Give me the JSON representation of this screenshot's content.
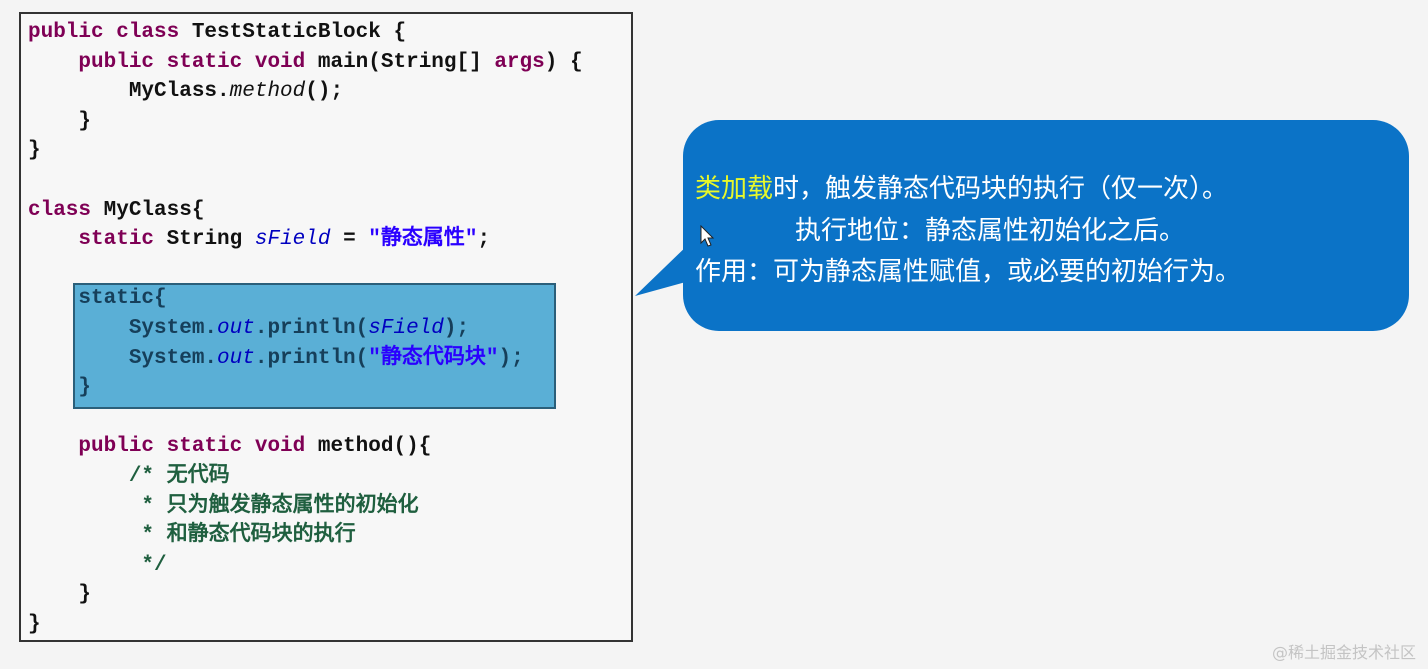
{
  "code_lines": [
    [
      {
        "t": "public class ",
        "c": "kw"
      },
      {
        "t": "TestStaticBlock {"
      }
    ],
    [
      {
        "t": "    "
      },
      {
        "t": "public static void ",
        "c": "kw"
      },
      {
        "t": "main(String[] "
      },
      {
        "t": "args",
        "c": "kw"
      },
      {
        "t": ") {"
      }
    ],
    [
      {
        "t": "        MyClass."
      },
      {
        "t": "method",
        "c": "it"
      },
      {
        "t": "();"
      }
    ],
    [
      {
        "t": "    }"
      }
    ],
    [
      {
        "t": "}"
      }
    ],
    [
      {
        "t": ""
      }
    ],
    [
      {
        "t": "class ",
        "c": "kw"
      },
      {
        "t": "MyClass{"
      }
    ],
    [
      {
        "t": "    "
      },
      {
        "t": "static ",
        "c": "kw"
      },
      {
        "t": "String "
      },
      {
        "t": "sField",
        "c": "fld"
      },
      {
        "t": " = "
      },
      {
        "t": "\"静态属性\"",
        "c": "str"
      },
      {
        "t": ";"
      }
    ],
    [
      {
        "t": ""
      }
    ],
    [
      {
        "t": "    static{"
      }
    ],
    [
      {
        "t": "        System."
      },
      {
        "t": "out",
        "c": "fld"
      },
      {
        "t": ".println("
      },
      {
        "t": "sField",
        "c": "fld"
      },
      {
        "t": ");"
      }
    ],
    [
      {
        "t": "        System."
      },
      {
        "t": "out",
        "c": "fld"
      },
      {
        "t": ".println("
      },
      {
        "t": "\"静态代码块\"",
        "c": "str"
      },
      {
        "t": ");"
      }
    ],
    [
      {
        "t": "    }"
      }
    ],
    [
      {
        "t": ""
      }
    ],
    [
      {
        "t": "    "
      },
      {
        "t": "public static void ",
        "c": "kw"
      },
      {
        "t": "method(){"
      }
    ],
    [
      {
        "t": "        /* 无代码",
        "c": "cm"
      }
    ],
    [
      {
        "t": "         * 只为触发静态属性的初始化",
        "c": "cm"
      }
    ],
    [
      {
        "t": "         * 和静态代码块的执行",
        "c": "cm"
      }
    ],
    [
      {
        "t": "         */",
        "c": "cm"
      }
    ],
    [
      {
        "t": "    }"
      }
    ],
    [
      {
        "t": "}"
      }
    ]
  ],
  "callout": {
    "line1_highlight": "类加载",
    "line1_rest": "时，触发静态代码块的执行（仅一次）。",
    "line2": "执行地位：静态属性初始化之后。",
    "line3": "作用：可为静态属性赋值，或必要的初始行为。"
  },
  "watermark": "@稀土掘金技术社区",
  "colors": {
    "callout_bg": "#0b73c7",
    "highlight_bg": "#5aafd6",
    "keyword": "#7f0055",
    "string": "#2a00ff",
    "comment": "#1f5f3f"
  }
}
